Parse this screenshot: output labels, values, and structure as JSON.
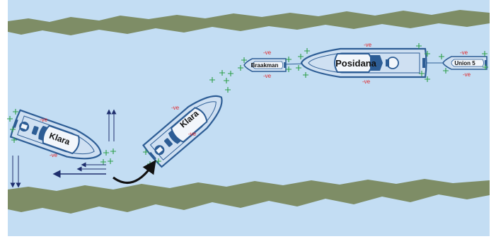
{
  "colors": {
    "water": "#c3ddf3",
    "bank": "#7e8d66",
    "hull_fill": "#cfe0f2",
    "hull_stroke": "#2d5d95",
    "deck": "#f2f6fb",
    "superstructure": "#2d5d95",
    "plus": "#2e9e48",
    "charge": "#e0262a",
    "arrow_dark": "#1f2f6e",
    "arrow_turn": "#111111"
  },
  "ships": {
    "klara_moored": {
      "name": "Klara",
      "charge_top": "-ve",
      "charge_bottom": "-ve"
    },
    "klara_turning": {
      "name": "Klara",
      "charge_top": "-ve",
      "charge_bottom": "-ve"
    },
    "braakman": {
      "name": "Braakman",
      "charge_top": "-ve",
      "charge_bottom": "-ve"
    },
    "posidana": {
      "name": "Posidana",
      "charge_top": "-ve",
      "charge_bottom": "-ve"
    },
    "union5": {
      "name": "Union 5",
      "charge_top": "-ve",
      "charge_bottom": "-ve"
    }
  },
  "icons": [
    "plus-sign-icon",
    "turn-arrow-icon",
    "flow-arrow-icon"
  ]
}
